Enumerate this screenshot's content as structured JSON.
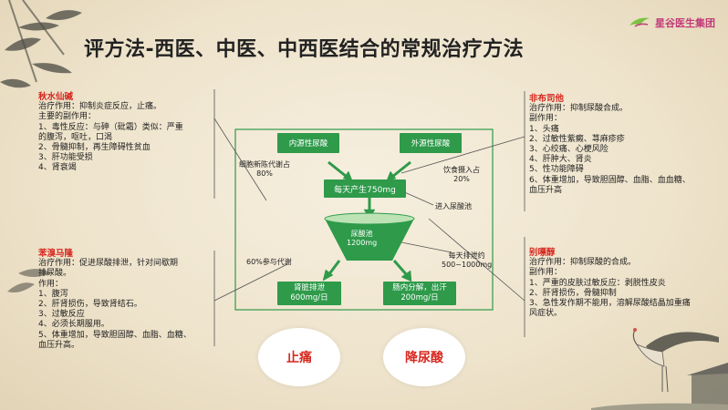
{
  "header": {
    "title": "评方法-西医、中医、中西医结合的常规治疗方法",
    "logo_text": "星谷医生集团"
  },
  "left_top": {
    "drug": "秋水仙碱",
    "lines": [
      "治疗作用：抑制炎症反应，止痛。",
      "主要的副作用：",
      "1、毒性反应：与砷（砒霜）类似：严重",
      "的腹泻，呕吐，口渴",
      "2、骨髓抑制，再生障碍性贫血",
      "3、肝功能受损",
      "4、肾衰竭"
    ]
  },
  "left_bottom": {
    "drug": "苯溴马隆",
    "lines": [
      "治疗作用：促进尿酸排泄，针对间歇期",
      "排尿酸。",
      "作用：",
      "1、腹泻",
      "2、肝肾损伤，导致肾结石。",
      "3、过敏反应",
      "4、必须长期服用。",
      "5、体重增加，导致胆固醇、血脂、血糖、",
      "血压升高。"
    ]
  },
  "right_top": {
    "drug": "非布司他",
    "lines": [
      "治疗作用：抑制尿酸合成。",
      "副作用：",
      "1、头痛",
      "2、过敏性紫癜、荨麻疹疹",
      "3、心绞痛、心梗风险",
      "4、肝肿大、肾炎",
      "5、性功能障碍",
      "6、体重增加，导致胆固醇、血脂、血血糖、",
      "血压升高"
    ]
  },
  "right_bottom": {
    "drug": "别嘌醇",
    "lines": [
      "治疗作用：抑制尿酸的合成。",
      "副作用：",
      "1、严重的皮肤过敏反应：剥脱性皮炎",
      "2、肝肾损伤，骨髓抑制",
      "3、急性发作期不能用，溶解尿酸结晶加重痛",
      "风症状。"
    ]
  },
  "diagram": {
    "endogenous": "内源性尿酸",
    "exogenous": "外源性尿酸",
    "cell_metabolism": "细胞新陈代谢占",
    "cell_pct": "80%",
    "food_intake": "饮食摄入占",
    "food_pct": "20%",
    "daily_produce": "每天产生750mg",
    "enter_pool": "进入尿酸池",
    "pool_label": "尿酸池",
    "pool_amount": "1200mg",
    "metabolism": "60%参与代谢",
    "daily_excrete": "每天排泄约",
    "excrete_amount": "500~1000mg",
    "kidney": "肾脏排泄",
    "kidney_amount": "600mg/日",
    "intestine": "肠内分解，出汗",
    "intestine_amount": "200mg/日"
  },
  "buttons": {
    "pain": "止痛",
    "lower": "降尿酸"
  },
  "colors": {
    "green": "#2e9a4a",
    "red": "#d6281f",
    "bg": "#efe6d2"
  }
}
